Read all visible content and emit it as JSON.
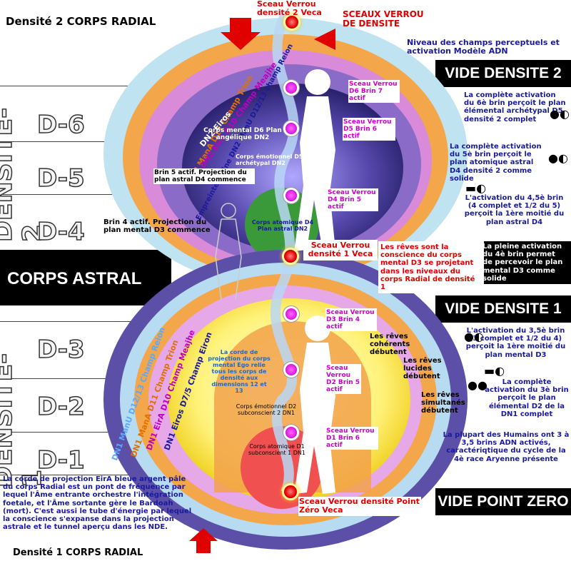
{
  "title_top": "Densité 2 CORPS RADIAL",
  "title_bottom": "Densité 1 CORPS RADIAL",
  "top_seal": "Sceau Verrou densité 2 Veca",
  "sceaux_verrou": "SCEAUX VERROU DE DENSITE",
  "niveau_title": "Niveau des champs perceptuels et activation Modèle ADN",
  "vide_densite_2": "VIDE DENSITE 2",
  "vide_densite_1": "VIDE DENSITE 1",
  "vide_point_zero": "VIDE POINT ZERO",
  "corps_astral": "CORPS ASTRAL",
  "densite_2_label": "DENSITE-2",
  "densite_1_label": "DENSITE-1",
  "bands": [
    "D-6",
    "D-5",
    "D-4",
    "D-3",
    "D-2",
    "D-1"
  ],
  "upper_rings": {
    "reion": "Empreinte divine DN2 ManU D12/13 champ Reion",
    "trion": "DN2 ManA D11 Champ Trion",
    "meajhe": "DN2 EirA D10 Champ Meajhe",
    "eiros": "DN2 Eiros"
  },
  "lower_rings": {
    "reion": "DN1 ManU D12/13 Champ Reion",
    "trion": "DN1 ManA D11 Champ Trion",
    "meajhe": "DN1 EirA D10 Champ Meajhe",
    "eiron": "DN1 Eiros D7/5 Champ Eiron"
  },
  "upper_center": {
    "mental": "Corps mental D6 Plan angélique DN2",
    "emotionnel": "Corps émotionnel D5 Plan archétypal DN2",
    "brin5": "Brin 5 actif. Projection du plan astral D4 commence",
    "brin4": "Brin 4 actif. Projection du plan mental D3 commence",
    "atomique": "Corps atomique D4 Plan astral DN2"
  },
  "upper_seals": [
    "Sceau Verrou D6 Brin 7 actif",
    "Sceau Verrou D5 Brin 6 actif",
    "Sceau Verrou D4 Brin 5 actif"
  ],
  "middle_seal": "Sceau Verrou densité 1 Veca",
  "lower_seals": [
    "Sceau Verrou D3 Brin 4 actif",
    "Sceau Verrou D2 Brin 5 actif",
    "Sceau Verrou D1 Brin 6 actif"
  ],
  "bottom_seal": "Sceau Verrou densité Point Zéro Veca",
  "lower_center": {
    "corde": "La corde de projection du corps mental Ego relie tous les corps de densité aux dimensions 12 et 13",
    "emotionnel": "Corps émotionnel D2 subconscient 2 DN1",
    "atomique": "Corps atomique D1 subconscient 1 DN1"
  },
  "reves": {
    "conscience": "Les rêves sont la conscience du corps mental D3 se projetant dans les niveaux du corps Radial de densité 1",
    "coherents": "Les rêves cohérents débutent",
    "lucides": "Les rêves lucides débutent",
    "simultanes": "Les rêves simultanés débutent"
  },
  "right_texts": [
    "La complète activation du 6è brin perçoit le plan élémental archétypal D5 densité 2 complet",
    "La complète activation du 5è brin perçoit le plan atomique astral D4 densité 2 comme solide",
    "L'activation du 4,5è brin (4 complet et 1/2 du 5) perçoit la 1ère moitié du plan astral D4",
    "La pleine activation du 4è brin permet de percevoir le plan mental D3 comme solide",
    "L'activation du 3,5è brin (3 complet et 1/2 du 4) perçoit la 1ère moitié du plan mental D3",
    "La complète activation du 3è brin perçoit le plan élémental D2 de la DN1 complet",
    "La plupart des Humains ont 3 à 3,5 brins ADN activés, caractériqtique du cycle de la 4è race Aryenne présente"
  ],
  "bottom_left_text": "La corde de projection EirA bleue argent pâle du corps Radial est un pont de fréquence par lequel l'Âme entrante orchestre l'intégration foetale, et l'Âme sortante gère le Bardoah (mort). C'est aussi le tube d'énergie par lequel la conscience s'expanse dans la projection astrale et le tunnel aperçu dans les NDE.",
  "colors": {
    "navy": "#1a1a9e",
    "red": "#e00000",
    "magenta": "#d000d0",
    "black": "#000000"
  }
}
